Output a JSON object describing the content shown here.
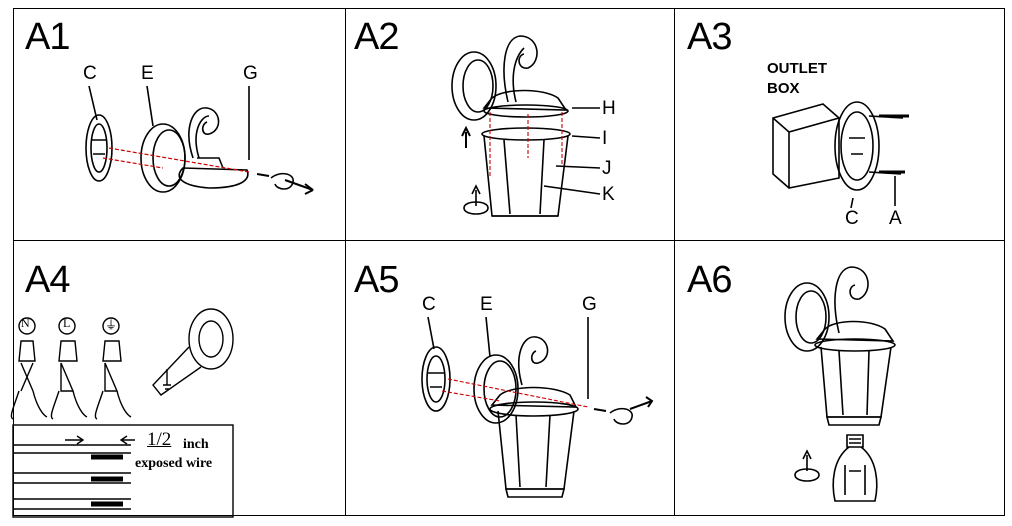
{
  "steps": [
    {
      "id": "A1",
      "labels": [
        "C",
        "E",
        "G"
      ]
    },
    {
      "id": "A2",
      "labels": [
        "H",
        "I",
        "J",
        "K"
      ]
    },
    {
      "id": "A3",
      "labels": [
        "OUTLET",
        "BOX",
        "C",
        "A"
      ]
    },
    {
      "id": "A4",
      "wire_symbols": [
        "N",
        "L",
        "⏚"
      ],
      "fraction": "1/2",
      "unit": "inch",
      "caption": "exposed wire"
    },
    {
      "id": "A5",
      "labels": [
        "C",
        "E",
        "G"
      ]
    },
    {
      "id": "A6",
      "labels": []
    }
  ]
}
